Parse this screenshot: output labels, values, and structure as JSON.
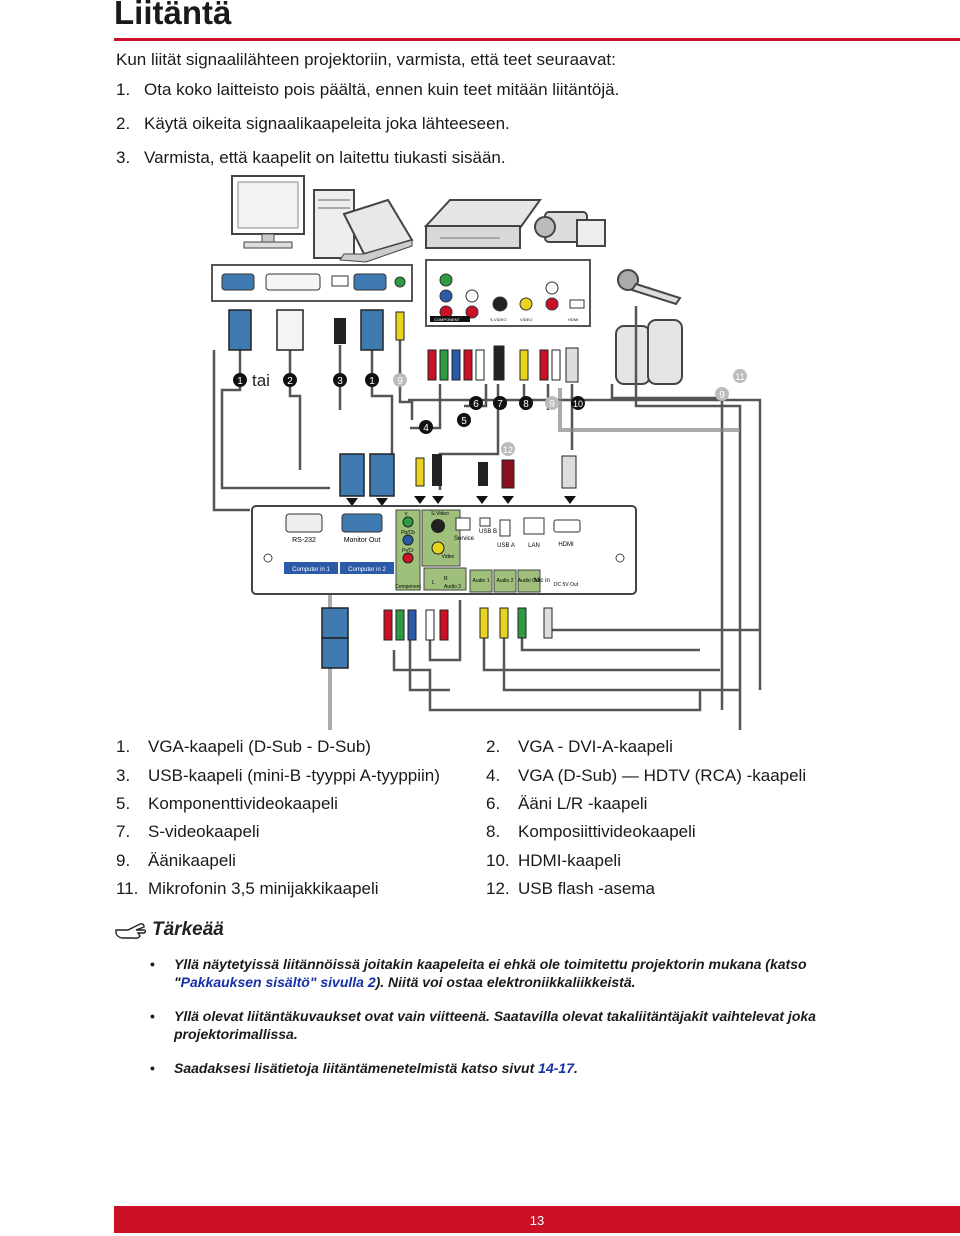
{
  "page": {
    "title": "Liitäntä",
    "intro": "Kun liität signaalilähteen projektoriin, varmista, että teet seuraavat:",
    "page_number": "13"
  },
  "steps": [
    {
      "num": "1.",
      "text": "Ota koko laitteisto pois päältä, ennen kuin teet mitään liitäntöjä."
    },
    {
      "num": "2.",
      "text": "Käytä oikeita signaalikaapeleita joka lähteeseen."
    },
    {
      "num": "3.",
      "text": "Varmista, että kaapelit on laitettu tiukasti sisään."
    }
  ],
  "diagram": {
    "tai": "tai",
    "markers": [
      "1",
      "2",
      "3",
      "1",
      "9",
      "4",
      "5",
      "6",
      "7",
      "8",
      "9",
      "10",
      "11",
      "9",
      "12"
    ],
    "ports_top": [
      "COMPONENT",
      "S-VIDEO",
      "VIDEO",
      "HDMI"
    ],
    "ports_back": [
      "RS-232",
      "Monitor Out",
      "Y",
      "Pb/Cb",
      "Pr/Cr",
      "S-Video",
      "Video",
      "Service",
      "USB B",
      "USB A",
      "LAN",
      "HDMI",
      "Computer in 1",
      "Computer in 2",
      "Component",
      "L",
      "R",
      "Audio 3",
      "Audio 1",
      "Audio 2",
      "Audio Out",
      "Mic in",
      "DC 5V Out"
    ],
    "colors": {
      "red": "#cc1126",
      "green": "#2e9a44",
      "blue": "#2b5aa8",
      "yellow": "#e8d41a",
      "vga": "#3f7ab0"
    }
  },
  "legend": [
    [
      {
        "num": "1.",
        "text": "VGA-kaapeli (D-Sub - D-Sub)"
      },
      {
        "num": "2.",
        "text": "VGA - DVI-A-kaapeli"
      }
    ],
    [
      {
        "num": "3.",
        "text": "USB-kaapeli (mini-B -tyyppi A-tyyppiin)"
      },
      {
        "num": "4.",
        "text": "VGA (D-Sub) — HDTV (RCA) -kaapeli"
      }
    ],
    [
      {
        "num": "5.",
        "text": "Komponenttivideokaapeli"
      },
      {
        "num": "6.",
        "text": "Ääni L/R -kaapeli"
      }
    ],
    [
      {
        "num": "7.",
        "text": "S-videokaapeli"
      },
      {
        "num": "8.",
        "text": "Komposiittivideokaapeli"
      }
    ],
    [
      {
        "num": "9.",
        "text": "Äänikaapeli"
      },
      {
        "num": "10.",
        "text": "HDMI-kaapeli"
      }
    ],
    [
      {
        "num": "11.",
        "text": "Mikrofonin 3,5 minijakkikaapeli"
      },
      {
        "num": "12.",
        "text": "USB flash -asema"
      }
    ]
  ],
  "important": {
    "heading": "Tärkeää",
    "bullet": "•",
    "note1_a": "Yllä näytetyissä liitännöissä joitakin kaapeleita ei ehkä ole toimitettu projektorin mukana (katso \"",
    "note1_link": "Pakkauksen sisältö\" sivulla 2",
    "note1_b": "). Niitä voi ostaa elektroniikkaliikkeistä.",
    "note2": "Yllä olevat liitäntäkuvaukset ovat vain viitteenä. Saatavilla olevat takaliitäntäjakit vaihtelevat joka projektorimallissa.",
    "note3_a": "Saadaksesi lisätietoja liitäntämenetelmistä katso sivut ",
    "note3_link": "14-17",
    "note3_b": "."
  }
}
